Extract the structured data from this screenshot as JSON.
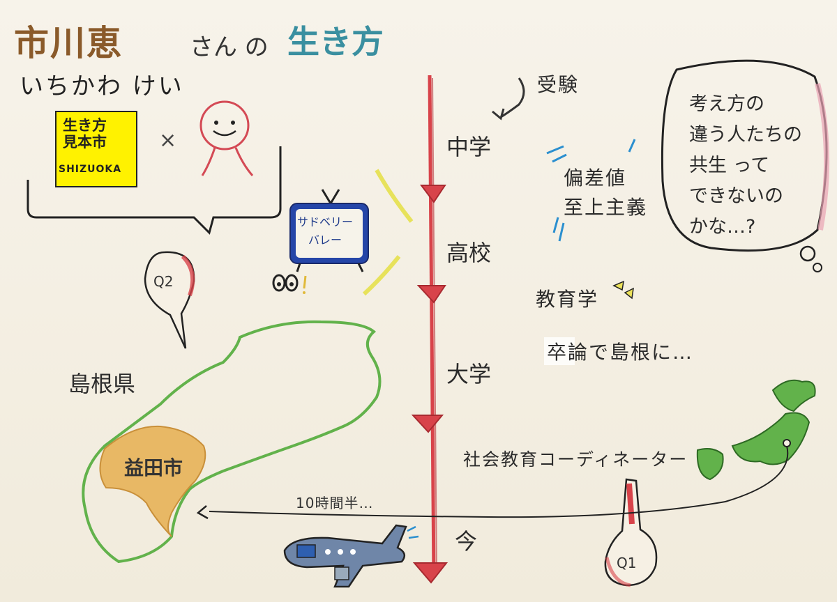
{
  "title": {
    "name": "市川恵",
    "suffix": "さん の",
    "topic": "生き方",
    "reading": "いちかわ けい"
  },
  "badge": {
    "top_line1": "生き方",
    "top_line2": "見本市",
    "bottom": "SHIZUOKA"
  },
  "times_symbol": "×",
  "tv_label": "サドベリー\nバレー",
  "timeline": {
    "exam": "受験",
    "stages": [
      "中学",
      "高校",
      "大学",
      "社会教育コーディネーター",
      "今"
    ]
  },
  "notes": {
    "hensachi": "偏差値",
    "shijo": "至上主義",
    "kyoikugaku": "教育学",
    "sotsuron": "卒論で島根に…"
  },
  "thought_bubble": "考え方の\n違う人たちの\n共生 って\nできないの\nかな…?",
  "map": {
    "prefecture": "島根県",
    "city": "益田市",
    "travel_time": "10時間半…"
  },
  "pins": {
    "q2": "Q2",
    "q1": "Q1"
  },
  "colors": {
    "timeline_red": "#d8434a",
    "map_green": "#62b24b",
    "map_orange": "#e8b865",
    "badge_yellow": "#fff200",
    "tv_blue": "#2546a8",
    "plane_blue": "#6f86a8"
  }
}
